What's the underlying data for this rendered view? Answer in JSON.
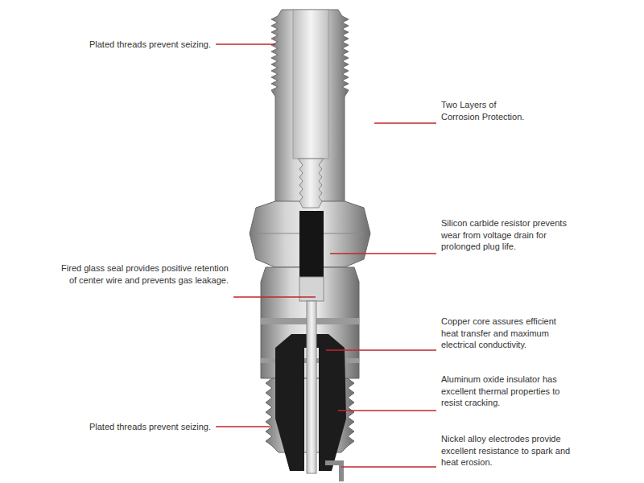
{
  "diagram": {
    "labels": [
      "Plated threads prevent seizing.",
      "Two Layers of Corrosion Protection.",
      "Silicon carbide resistor prevents wear from voltage drain for prolonged plug life.",
      "Fired glass seal provides positive retention of center wire and prevents gas leakage.",
      "Copper core assures efficient heat transfer and maximum electrical conductivity.",
      "Aluminum oxide insulator has excellent thermal properties to resist cracking.",
      "Plated threads prevent seizing.",
      "Nickel alloy electrodes provide excellent resistance to spark and heat erosion."
    ]
  }
}
